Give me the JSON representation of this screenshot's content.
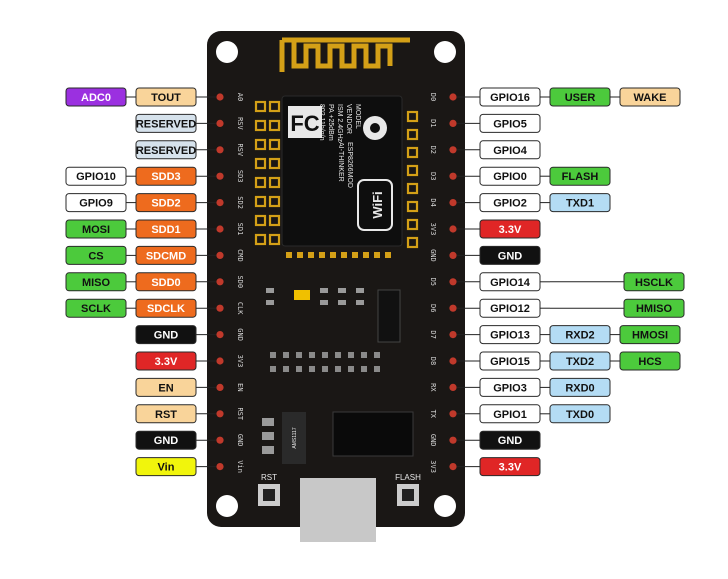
{
  "colors": {
    "board": "#1a1715",
    "pin": "#c0392b",
    "gold": "#d4a017",
    "purple": "#9b30e0",
    "peach": "#f9d49a",
    "orange": "#ee6b1e",
    "gray": "#d6e2ec",
    "white": "#ffffff",
    "green": "#4cca3c",
    "red": "#e02626",
    "black": "#111111",
    "yellow": "#f1f50c",
    "blue": "#b4dcf4"
  },
  "board": {
    "module": {
      "model_lines": [
        "MODEL",
        "VENDOR",
        "ISM 2.4GHz",
        "PA +25dBm",
        "802.11b/g/n"
      ],
      "model_values": [
        "ESP8266MOD",
        "AI-THINKER"
      ],
      "fcc": "FC",
      "wifi": "WiFi"
    },
    "regulator_label": "AMS1117",
    "rst_button_label": "RST",
    "flash_button_label": "FLASH",
    "left_pin_names": [
      "A0",
      "RSV",
      "RSV",
      "SD3",
      "SD2",
      "SD1",
      "CMD",
      "SD0",
      "CLK",
      "GND",
      "3V3",
      "EN",
      "RST",
      "GND",
      "Vin"
    ],
    "right_pin_names": [
      "D0",
      "D1",
      "D2",
      "D3",
      "D4",
      "3V3",
      "GND",
      "D5",
      "D6",
      "D7",
      "D8",
      "RX",
      "TX",
      "GND",
      "3V3"
    ]
  },
  "left_pins": [
    [
      {
        "text": "TOUT",
        "color": "peach"
      },
      {
        "text": "ADC0",
        "color": "purple"
      }
    ],
    [
      {
        "text": "RESERVED",
        "color": "gray"
      }
    ],
    [
      {
        "text": "RESERVED",
        "color": "gray"
      }
    ],
    [
      {
        "text": "SDD3",
        "color": "orange"
      },
      {
        "text": "GPIO10",
        "color": "white"
      }
    ],
    [
      {
        "text": "SDD2",
        "color": "orange"
      },
      {
        "text": "GPIO9",
        "color": "white"
      }
    ],
    [
      {
        "text": "SDD1",
        "color": "orange"
      },
      {
        "text": "MOSI",
        "color": "green"
      }
    ],
    [
      {
        "text": "SDCMD",
        "color": "orange"
      },
      {
        "text": "CS",
        "color": "green"
      }
    ],
    [
      {
        "text": "SDD0",
        "color": "orange"
      },
      {
        "text": "MISO",
        "color": "green"
      }
    ],
    [
      {
        "text": "SDCLK",
        "color": "orange"
      },
      {
        "text": "SCLK",
        "color": "green"
      }
    ],
    [
      {
        "text": "GND",
        "color": "black"
      }
    ],
    [
      {
        "text": "3.3V",
        "color": "red"
      }
    ],
    [
      {
        "text": "EN",
        "color": "peach"
      }
    ],
    [
      {
        "text": "RST",
        "color": "peach"
      }
    ],
    [
      {
        "text": "GND",
        "color": "black"
      }
    ],
    [
      {
        "text": "Vin",
        "color": "yellow"
      }
    ]
  ],
  "right_pins": [
    [
      {
        "text": "GPIO16",
        "color": "white"
      },
      {
        "text": "USER",
        "color": "green"
      },
      {
        "text": "WAKE",
        "color": "peach"
      }
    ],
    [
      {
        "text": "GPIO5",
        "color": "white"
      }
    ],
    [
      {
        "text": "GPIO4",
        "color": "white"
      }
    ],
    [
      {
        "text": "GPIO0",
        "color": "white"
      },
      {
        "text": "FLASH",
        "color": "green"
      }
    ],
    [
      {
        "text": "GPIO2",
        "color": "white"
      },
      {
        "text": "TXD1",
        "color": "blue"
      }
    ],
    [
      {
        "text": "3.3V",
        "color": "red"
      }
    ],
    [
      {
        "text": "GND",
        "color": "black"
      }
    ],
    [
      {
        "text": "GPIO14",
        "color": "white"
      },
      {
        "text": "HSCLK",
        "color": "green",
        "far": true
      }
    ],
    [
      {
        "text": "GPIO12",
        "color": "white"
      },
      {
        "text": "HMISO",
        "color": "green",
        "far": true
      }
    ],
    [
      {
        "text": "GPIO13",
        "color": "white"
      },
      {
        "text": "RXD2",
        "color": "blue"
      },
      {
        "text": "HMOSI",
        "color": "green"
      }
    ],
    [
      {
        "text": "GPIO15",
        "color": "white"
      },
      {
        "text": "TXD2",
        "color": "blue"
      },
      {
        "text": "HCS",
        "color": "green"
      }
    ],
    [
      {
        "text": "GPIO3",
        "color": "white"
      },
      {
        "text": "RXD0",
        "color": "blue"
      }
    ],
    [
      {
        "text": "GPIO1",
        "color": "white"
      },
      {
        "text": "TXD0",
        "color": "blue"
      }
    ],
    [
      {
        "text": "GND",
        "color": "black"
      }
    ],
    [
      {
        "text": "3.3V",
        "color": "red"
      }
    ]
  ]
}
